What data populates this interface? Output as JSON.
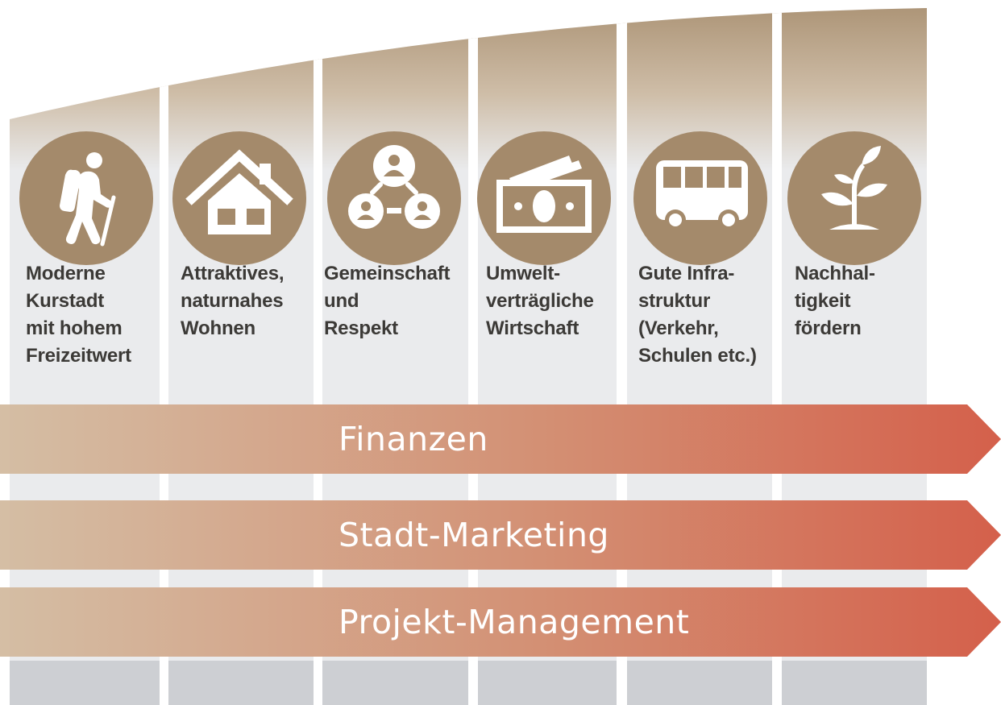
{
  "diagram": {
    "colors": {
      "pillar": "#eaebed",
      "pillar_base": "#cdcfd3",
      "dome_top": "#a78d6d",
      "dome_bottom": "#eaebed",
      "icon_circle": "#a48a6b",
      "icon_glyph": "#ffffff",
      "band_start": "#d3bba0",
      "band_end": "#d4604b",
      "label_text": "#3c3a37"
    },
    "pillars": [
      {
        "icon": "hiker-icon",
        "label": "Moderne\nKurstadt\nmit hohem\nFreizeitwert"
      },
      {
        "icon": "house-icon",
        "label": "Attraktives,\nnaturnahes\nWohnen"
      },
      {
        "icon": "community-icon",
        "label": "Gemeinschaft\nund\nRespekt"
      },
      {
        "icon": "money-icon",
        "label": "Umwelt-\nverträgliche\nWirtschaft"
      },
      {
        "icon": "bus-icon",
        "label": "Gute Infra-\nstruktur\n(Verkehr,\nSchulen etc.)"
      },
      {
        "icon": "plant-icon",
        "label": "Nachhal-\ntigkeit\nfördern"
      }
    ],
    "bands": [
      {
        "label": "Finanzen"
      },
      {
        "label": "Stadt-Marketing"
      },
      {
        "label": "Projekt-Management"
      }
    ]
  }
}
